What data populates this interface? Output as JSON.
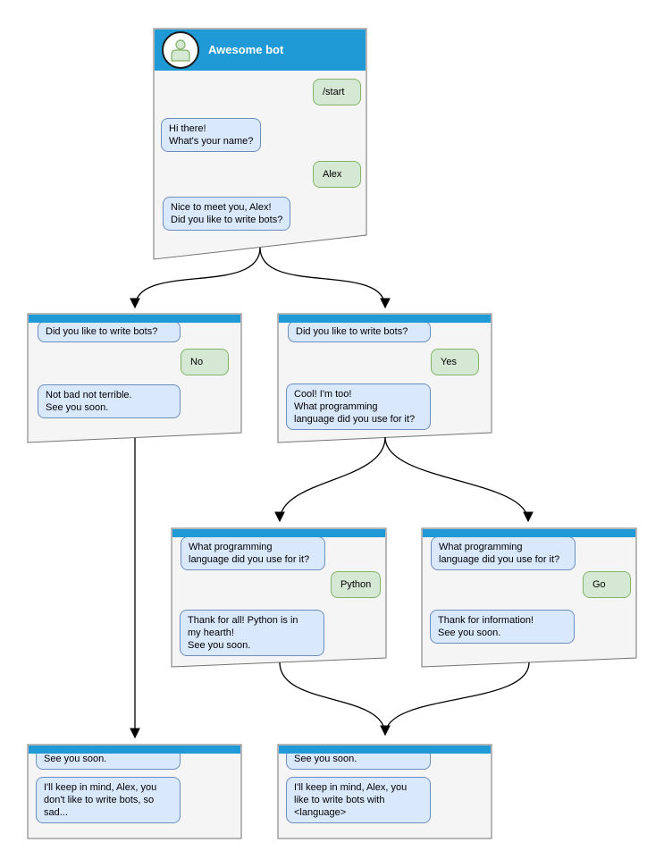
{
  "diagram": {
    "type": "chatbot-dialogue-flowchart",
    "colors": {
      "header_blue": "#1f9ad7",
      "bot_bubble_fill": "#dae8fc",
      "bot_bubble_border": "#6c8ebf",
      "user_bubble_fill": "#d5e8d4",
      "user_bubble_border": "#82b366",
      "node_fill": "#f5f5f5",
      "node_border": "#737373",
      "edge_color": "#000000"
    }
  },
  "nodes": {
    "root": {
      "title": "Awesome bot",
      "m1": "/start",
      "m2": "Hi there!\nWhat's your name?",
      "m3": "Alex",
      "m4": "Nice to meet you, Alex!\nDid you like to write bots?"
    },
    "no_branch": {
      "m1": "Did you like to write bots?",
      "m2": "No",
      "m3": "Not bad not terrible.\nSee you soon."
    },
    "yes_branch": {
      "m1": "Did you like to write bots?",
      "m2": "Yes",
      "m3": "Cool! I'm too!\nWhat programming\nlanguage did you use for it?"
    },
    "python_branch": {
      "m1": "What programming\nlanguage did you use for it?",
      "m2": "Python",
      "m3": "Thank for all! Python is in\nmy hearth!\nSee you soon."
    },
    "go_branch": {
      "m1": "What programming\nlanguage did you use for it?",
      "m2": "Go",
      "m3": "Thank for information!\nSee you soon."
    },
    "end_no": {
      "m1": "See you soon.",
      "m2": "I'll keep in mind, Alex, you\ndon't like to write bots, so\nsad..."
    },
    "end_yes": {
      "m1": "See you soon.",
      "m2": "I'll keep in mind, Alex, you\nlike to write bots with\n<language>"
    }
  }
}
